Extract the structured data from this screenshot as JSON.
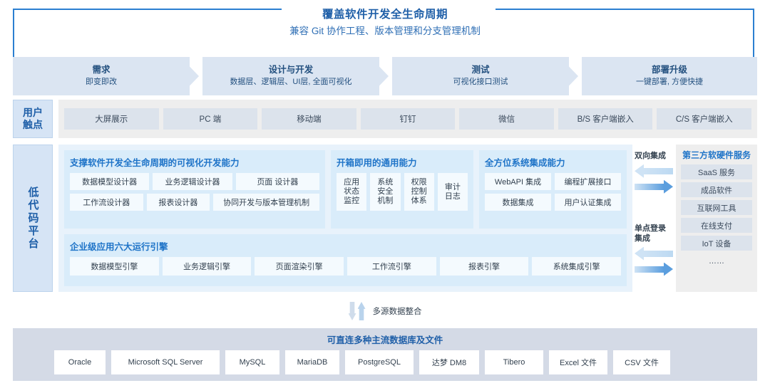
{
  "header": {
    "title": "覆盖软件开发全生命周期",
    "subtitle": "兼容 Git 协作工程、版本管理和分支管理机制",
    "stages": [
      {
        "title": "需求",
        "desc": "即变即改"
      },
      {
        "title": "设计与开发",
        "desc": "数据层、逻辑层、UI层, 全面可视化"
      },
      {
        "title": "测试",
        "desc": "可视化接口测试"
      },
      {
        "title": "部署升级",
        "desc": "一键部署, 方便快捷"
      }
    ]
  },
  "sidebar": {
    "touchpoint_label": "用户触点",
    "touchpoint_line1": "用户",
    "touchpoint_line2": "触点",
    "lowcode_label": "低代码平台"
  },
  "touchpoints": [
    "大屏展示",
    "PC 端",
    "移动端",
    "钉钉",
    "微信",
    "B/S 客户端嵌入",
    "C/S 客户端嵌入"
  ],
  "panels": {
    "visual_dev": {
      "title": "支撑软件开发全生命周期的可视化开发能力",
      "row1": [
        "数据模型设计器",
        "业务逻辑设计器",
        "页面 设计器"
      ],
      "row2": [
        "工作流设计器",
        "报表设计器",
        "协同开发与版本管理机制"
      ]
    },
    "general": {
      "title": "开箱即用的通用能力",
      "items": [
        {
          "l1": "应用",
          "l2": "状态",
          "l3": "监控"
        },
        {
          "l1": "系统",
          "l2": "安全",
          "l3": "机制"
        },
        {
          "l1": "权限",
          "l2": "控制",
          "l3": "体系"
        },
        {
          "l1": "审计",
          "l2": "日志",
          "l3": ""
        }
      ]
    },
    "integration": {
      "title": "全方位系统集成能力",
      "row1": [
        "WebAPI 集成",
        "编程扩展接口"
      ],
      "row2": [
        "数据集成",
        "用户认证集成"
      ]
    },
    "engines": {
      "title": "企业级应用六大运行引擎",
      "items": [
        "数据模型引擎",
        "业务逻辑引擎",
        "页面渲染引擎",
        "工作流引擎",
        "报表引擎",
        "系统集成引擎"
      ]
    }
  },
  "integration_arrows": [
    {
      "label": "双向集成"
    },
    {
      "label_l1": "单点登录",
      "label_l2": "集成"
    }
  ],
  "third_party": {
    "title": "第三方软硬件服务",
    "items": [
      "SaaS 服务",
      "成品软件",
      "互联网工具",
      "在线支付",
      "IoT 设备",
      "……"
    ]
  },
  "multi_source": {
    "label": "多源数据整合"
  },
  "database": {
    "title": "可直连多种主流数据库及文件",
    "items": [
      "Oracle",
      "Microsoft SQL Server",
      "MySQL",
      "MariaDB",
      "PostgreSQL",
      "达梦 DM8",
      "Tibero",
      "Excel 文件",
      "CSV 文件"
    ]
  },
  "colors": {
    "accent": "#1f74c8",
    "bracket": "#2b7fd1",
    "stage_bg": "#dbe5f2",
    "panel_bg": "#d9ecfa",
    "chip_bg": "#dce3ec",
    "db_bg": "#d4dae6"
  }
}
